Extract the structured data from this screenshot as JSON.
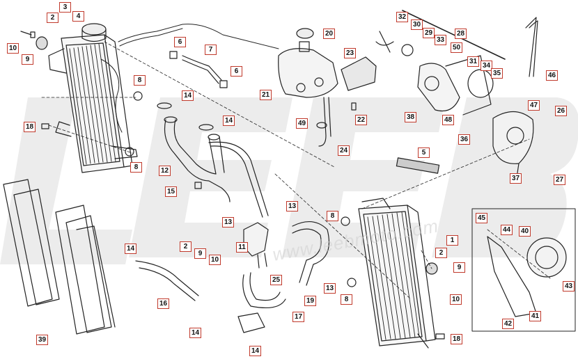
{
  "colors": {
    "callout_border": "#c0392b",
    "line": "#222222",
    "watermark": "#e6e6e6"
  },
  "watermark": {
    "text": "www.leebmoto.com"
  },
  "callouts": {
    "c1": "1",
    "c2a": "2",
    "c2b": "2",
    "c2c": "2",
    "c3": "3",
    "c4": "4",
    "c5": "5",
    "c6a": "6",
    "c6b": "6",
    "c7": "7",
    "c8a": "8",
    "c8b": "8",
    "c8c": "8",
    "c8d": "8",
    "c9a": "9",
    "c9b": "9",
    "c9c": "9",
    "c10a": "10",
    "c10b": "10",
    "c10c": "10",
    "c11": "11",
    "c12": "12",
    "c13a": "13",
    "c13b": "13",
    "c13c": "13",
    "c14a": "14",
    "c14b": "14",
    "c14c": "14",
    "c14d": "14",
    "c14e": "14",
    "c15": "15",
    "c16": "16",
    "c17": "17",
    "c18a": "18",
    "c18b": "18",
    "c19": "19",
    "c20": "20",
    "c21": "21",
    "c22": "22",
    "c23": "23",
    "c24": "24",
    "c25": "25",
    "c26": "26",
    "c27": "27",
    "c28": "28",
    "c29": "29",
    "c30": "30",
    "c31": "31",
    "c32": "32",
    "c33": "33",
    "c34": "34",
    "c35": "35",
    "c36": "36",
    "c37": "37",
    "c38": "38",
    "c39": "39",
    "c40": "40",
    "c41": "41",
    "c42": "42",
    "c43": "43",
    "c44": "44",
    "c45": "45",
    "c46": "46",
    "c47": "47",
    "c48": "48",
    "c49": "49",
    "c50": "50"
  }
}
